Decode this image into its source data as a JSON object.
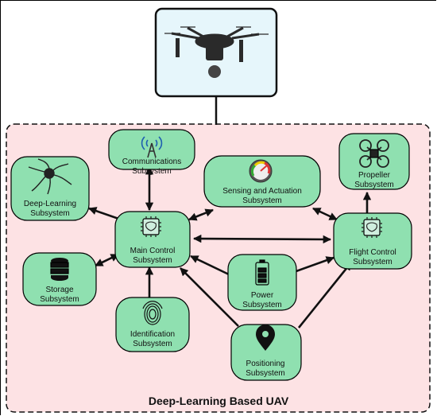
{
  "title": "Deep-Learning Based UAV",
  "colors": {
    "region_fill": "#fde2e4",
    "node_fill": "#8fe0b0",
    "drone_box_fill": "#e6f6fb",
    "stroke": "#111111"
  },
  "nodes": {
    "communications": {
      "line1": "Communications",
      "line2": "Subsystem",
      "icon": "antenna-icon"
    },
    "sensing": {
      "line1": "Sensing and Actuation",
      "line2": "Subsystem",
      "icon": "gauge-icon"
    },
    "propeller": {
      "line1": "Propeller",
      "line2": "Subsystem",
      "icon": "quadcopter-icon"
    },
    "deep_learning": {
      "line1": "Deep-Learning",
      "line2": "Subsystem",
      "icon": "neuron-icon"
    },
    "main_control": {
      "line1": "Main Control",
      "line2": "Subsystem",
      "icon": "brain-chip-icon"
    },
    "flight_control": {
      "line1": "Flight Control",
      "line2": "Subsystem",
      "icon": "brain-chip-icon"
    },
    "storage": {
      "line1": "Storage",
      "line2": "Subsystem",
      "icon": "database-icon"
    },
    "power": {
      "line1": "Power",
      "line2": "Subsystem",
      "icon": "battery-icon"
    },
    "identification": {
      "line1": "Identification",
      "line2": "Subsystem",
      "icon": "fingerprint-icon"
    },
    "positioning": {
      "line1": "Positioning",
      "line2": "Subsystem",
      "icon": "location-pin-icon"
    }
  },
  "drone_icon": "drone-icon"
}
